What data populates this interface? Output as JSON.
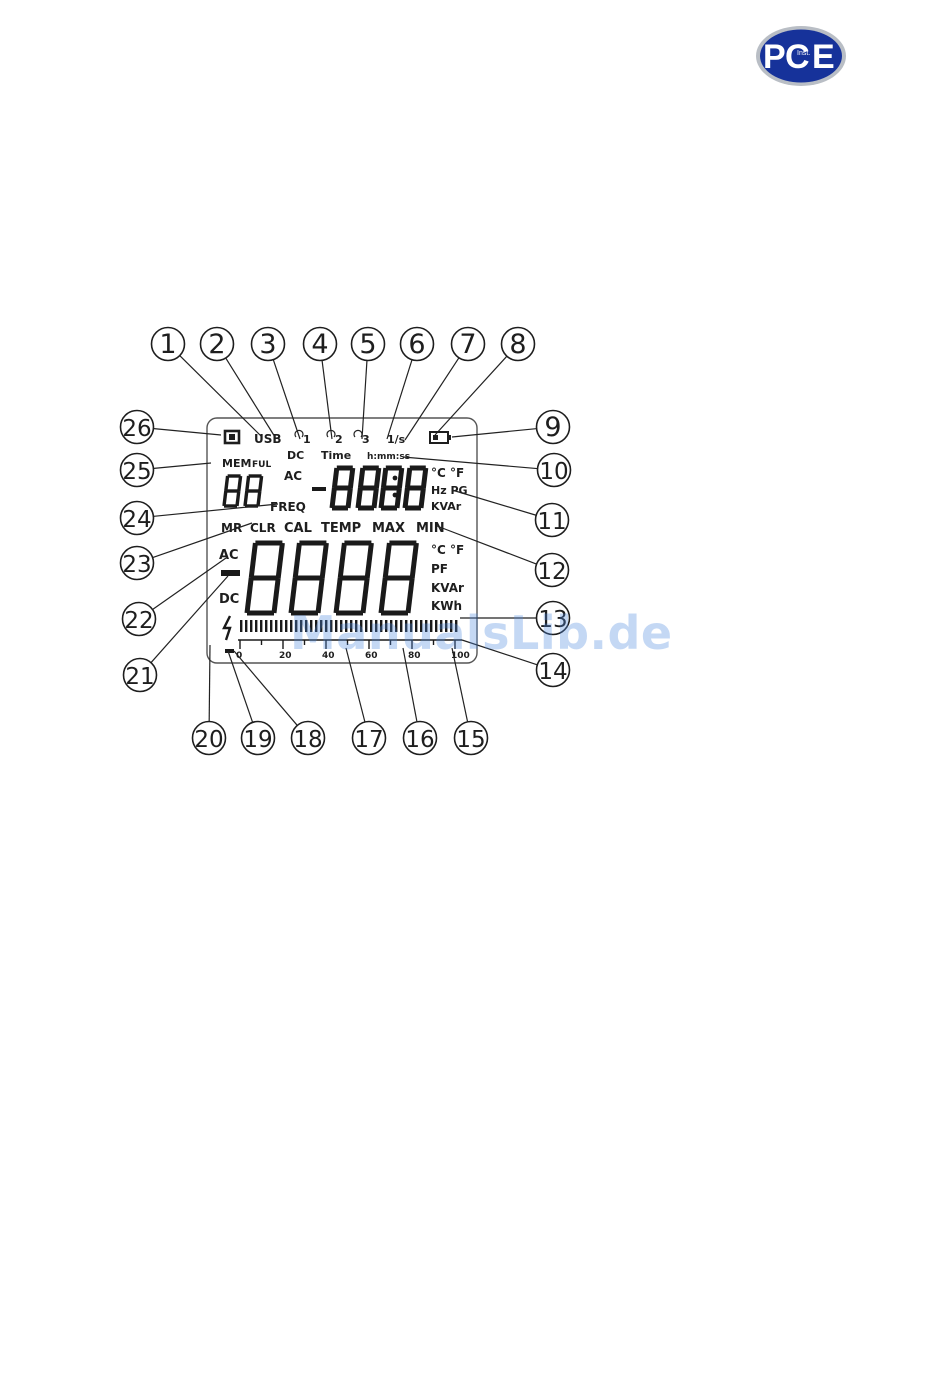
{
  "logo": {
    "brand_letters": [
      "P",
      "C",
      "E"
    ],
    "sub_text": "Inst."
  },
  "watermark": {
    "text": "ManualsLib.de"
  },
  "lcd": {
    "top_row": [
      "USB",
      "1",
      "2",
      "3",
      "1/s"
    ],
    "dc_top": "DC",
    "time_label": "Time",
    "sub_label": "h:mm:ss",
    "mem": "MEM",
    "ful": "FUL",
    "ac_top": "AC",
    "freq": "FREQ",
    "units_top": [
      "°C °F",
      "Hz PG",
      "KVAr"
    ],
    "labels_mid": [
      "MR",
      "CLR",
      "CAL",
      "TEMP",
      "MAX",
      "MIN"
    ],
    "ac_left": "AC",
    "dc_left": "DC",
    "units_bottom": [
      "°C °F",
      "PF",
      "KVAr",
      "KWh"
    ],
    "scale_labels": [
      "0",
      "20",
      "40",
      "60",
      "80",
      "100"
    ]
  },
  "callouts": [
    "1",
    "2",
    "3",
    "4",
    "5",
    "6",
    "7",
    "8",
    "9",
    "10",
    "11",
    "12",
    "13",
    "14",
    "15",
    "16",
    "17",
    "18",
    "19",
    "20",
    "21",
    "22",
    "23",
    "24",
    "25",
    "26"
  ]
}
